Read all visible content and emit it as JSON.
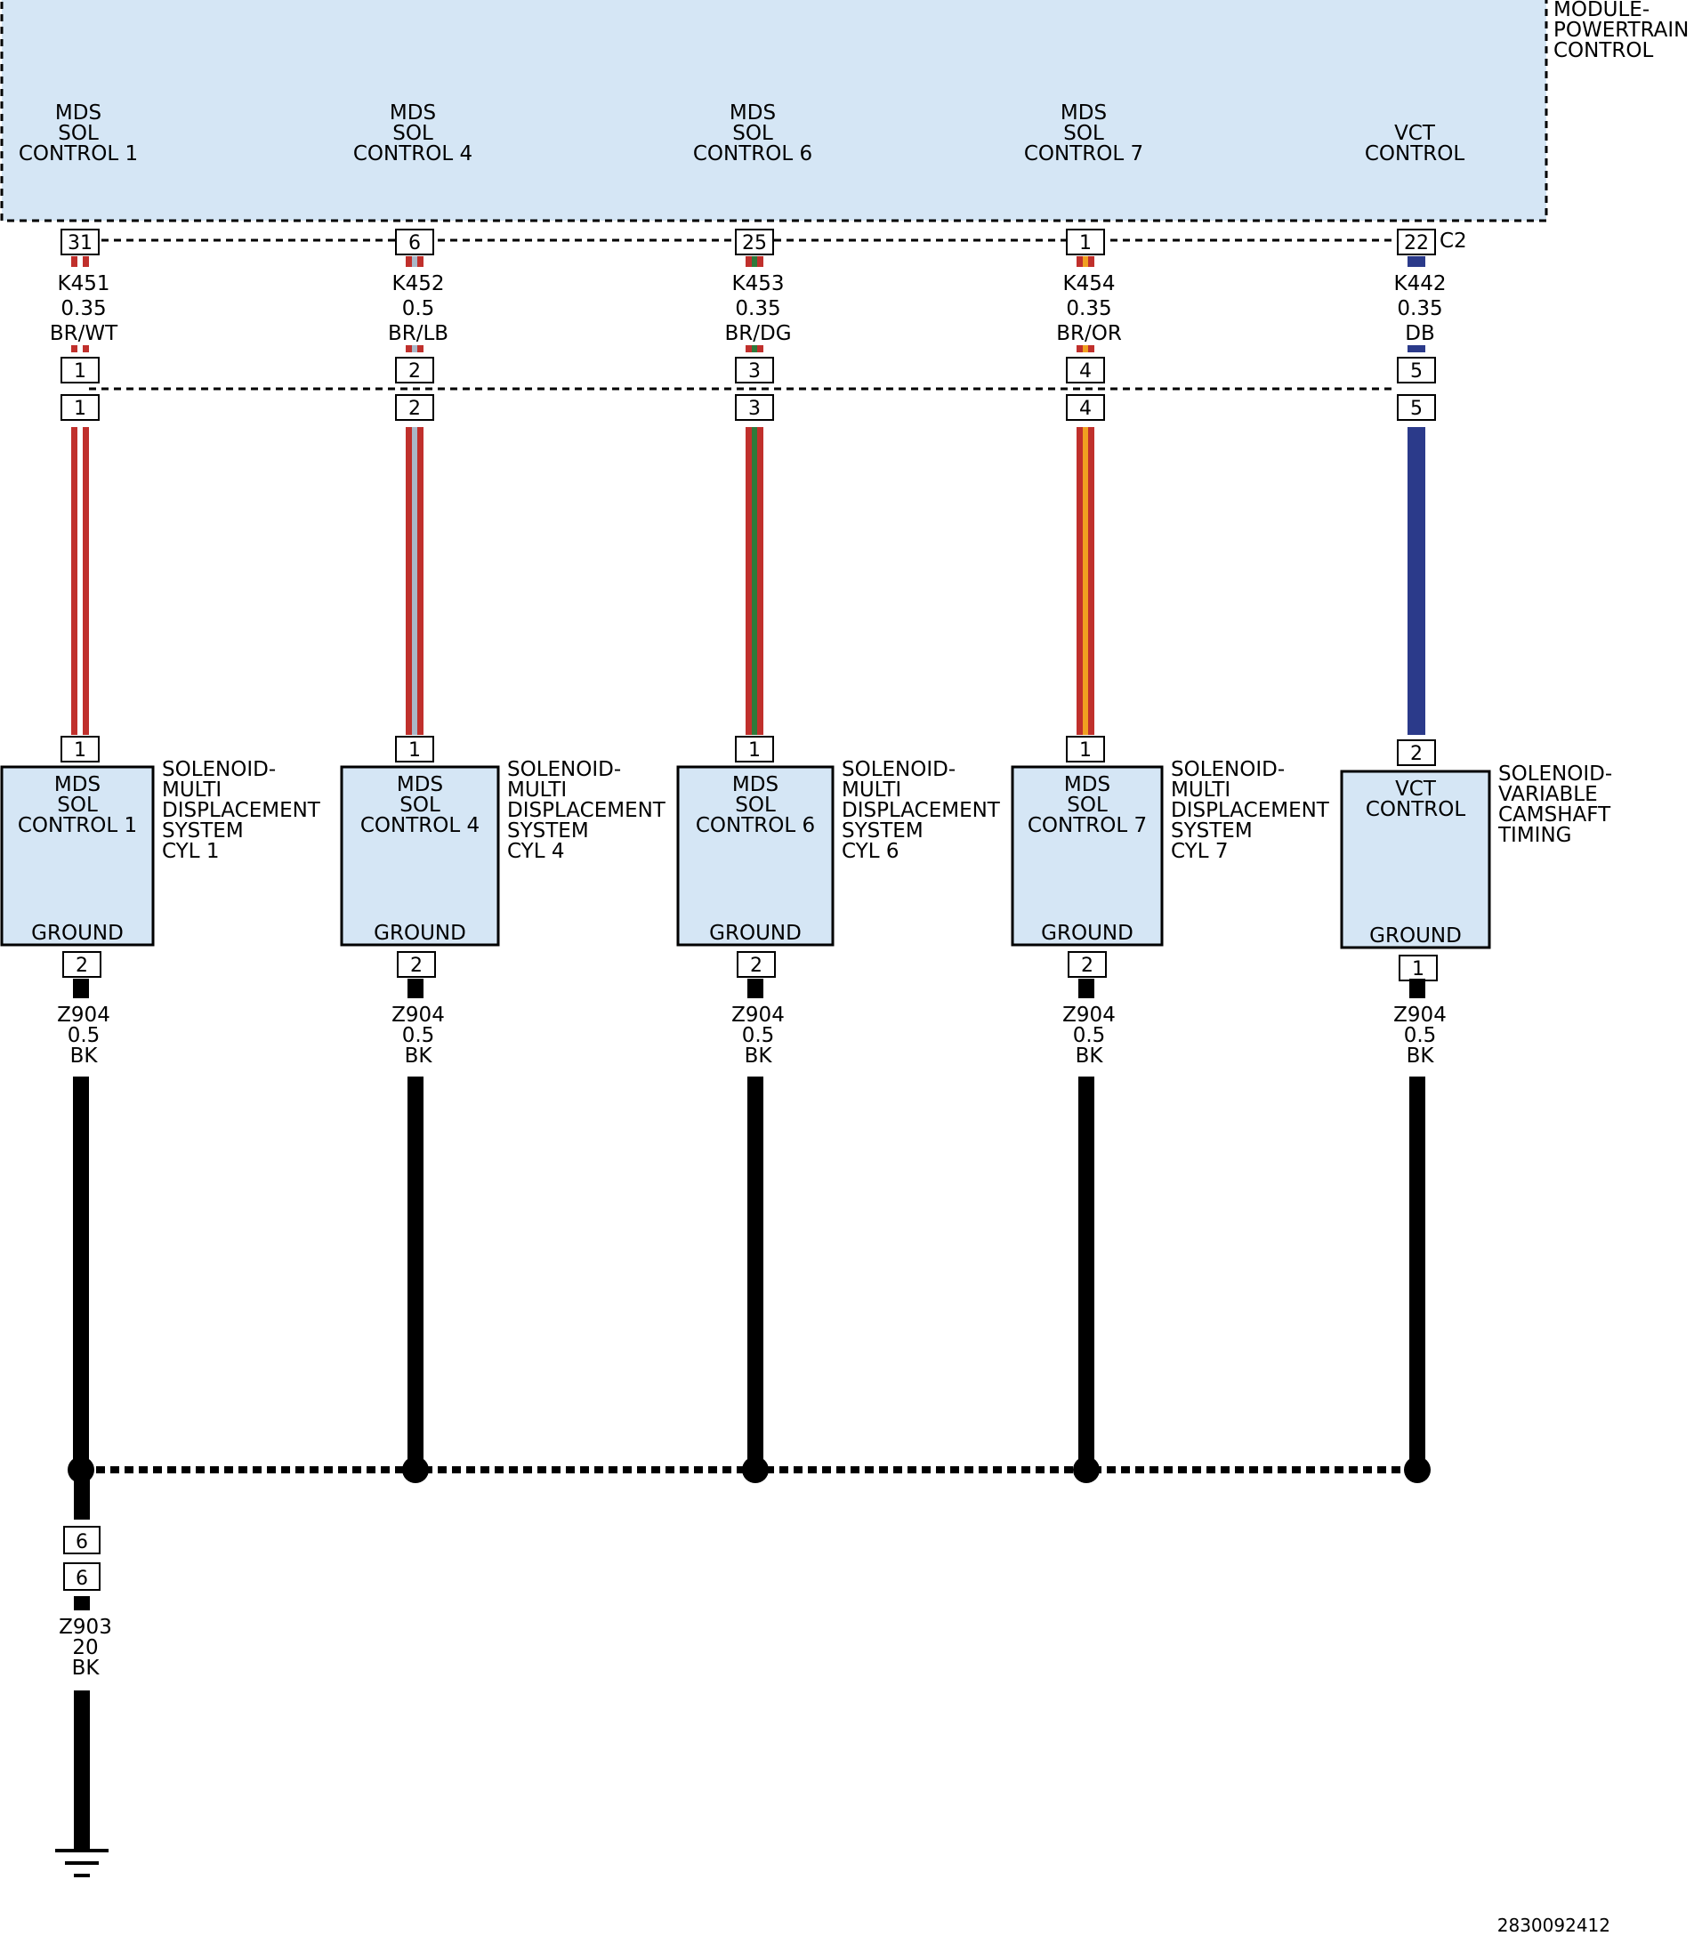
{
  "module": {
    "name_lines": [
      "MODULE-",
      "POWERTRAIN",
      "CONTROL"
    ],
    "connector": "C2"
  },
  "circuits": [
    {
      "pcm_label": [
        "MDS",
        "SOL",
        "CONTROL 1"
      ],
      "pcm_pin": "31",
      "wire": "K451",
      "gauge": "0.35",
      "color_code": "BR/WT",
      "inline_pin_top": "1",
      "inline_pin_bottom": "1",
      "stripe_colors": [
        "#c0302c",
        "#ffffff"
      ],
      "device_pin_top": "1",
      "device_label": [
        "MDS",
        "SOL",
        "CONTROL 1"
      ],
      "ground_label": "GROUND",
      "device_desc": [
        "SOLENOID-",
        "MULTI",
        "DISPLACEMENT",
        "SYSTEM",
        "CYL 1"
      ],
      "device_pin_bottom": "2",
      "ground_wire": "Z904",
      "ground_gauge": "0.5",
      "ground_color": "BK"
    },
    {
      "pcm_label": [
        "MDS",
        "SOL",
        "CONTROL 4"
      ],
      "pcm_pin": "6",
      "wire": "K452",
      "gauge": "0.5",
      "color_code": "BR/LB",
      "inline_pin_top": "2",
      "inline_pin_bottom": "2",
      "stripe_colors": [
        "#c0302c",
        "#a9b8c8"
      ],
      "device_pin_top": "1",
      "device_label": [
        "MDS",
        "SOL",
        "CONTROL 4"
      ],
      "ground_label": "GROUND",
      "device_desc": [
        "SOLENOID-",
        "MULTI",
        "DISPLACEMENT",
        "SYSTEM",
        "CYL 4"
      ],
      "device_pin_bottom": "2",
      "ground_wire": "Z904",
      "ground_gauge": "0.5",
      "ground_color": "BK"
    },
    {
      "pcm_label": [
        "MDS",
        "SOL",
        "CONTROL 6"
      ],
      "pcm_pin": "25",
      "wire": "K453",
      "gauge": "0.35",
      "color_code": "BR/DG",
      "inline_pin_top": "3",
      "inline_pin_bottom": "3",
      "stripe_colors": [
        "#c0302c",
        "#2e7a3a"
      ],
      "device_pin_top": "1",
      "device_label": [
        "MDS",
        "SOL",
        "CONTROL 6"
      ],
      "ground_label": "GROUND",
      "device_desc": [
        "SOLENOID-",
        "MULTI",
        "DISPLACEMENT",
        "SYSTEM",
        "CYL 6"
      ],
      "device_pin_bottom": "2",
      "ground_wire": "Z904",
      "ground_gauge": "0.5",
      "ground_color": "BK"
    },
    {
      "pcm_label": [
        "MDS",
        "SOL",
        "CONTROL 7"
      ],
      "pcm_pin": "1",
      "wire": "K454",
      "gauge": "0.35",
      "color_code": "BR/OR",
      "inline_pin_top": "4",
      "inline_pin_bottom": "4",
      "stripe_colors": [
        "#c0302c",
        "#f0a020"
      ],
      "device_pin_top": "1",
      "device_label": [
        "MDS",
        "SOL",
        "CONTROL 7"
      ],
      "ground_label": "GROUND",
      "device_desc": [
        "SOLENOID-",
        "MULTI",
        "DISPLACEMENT",
        "SYSTEM",
        "CYL 7"
      ],
      "device_pin_bottom": "2",
      "ground_wire": "Z904",
      "ground_gauge": "0.5",
      "ground_color": "BK"
    },
    {
      "pcm_label": [
        "VCT",
        "CONTROL"
      ],
      "pcm_pin": "22",
      "wire": "K442",
      "gauge": "0.35",
      "color_code": "DB",
      "inline_pin_top": "5",
      "inline_pin_bottom": "5",
      "stripe_colors": [
        "#2b3a8a",
        "#2b3a8a"
      ],
      "device_pin_top": "2",
      "device_label": [
        "VCT",
        "CONTROL"
      ],
      "ground_label": "GROUND",
      "device_desc": [
        "SOLENOID-",
        "VARIABLE",
        "CAMSHAFT",
        "TIMING"
      ],
      "device_pin_bottom": "1",
      "ground_wire": "Z904",
      "ground_gauge": "0.5",
      "ground_color": "BK"
    }
  ],
  "main_ground": {
    "inline_pin_top": "6",
    "inline_pin_bottom": "6",
    "wire": "Z903",
    "gauge": "20",
    "color_code": "BK"
  },
  "colors": {
    "module_fill": "#d5e6f5",
    "device_fill": "#d5e6f5",
    "ground_wire": "#000000"
  },
  "figure_id": "2830092412"
}
